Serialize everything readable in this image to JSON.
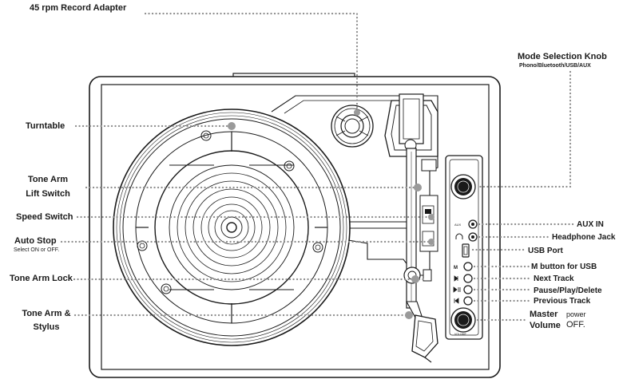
{
  "labels": {
    "adapter": "45 rpm Record Adapter",
    "turntable": "Turntable",
    "tone_arm_lift_1": "Tone Arm",
    "tone_arm_lift_2": "Lift Switch",
    "speed_switch": "Speed Switch",
    "auto_stop": "Auto Stop",
    "auto_stop_sub": "Select ON or OFF.",
    "tone_arm_lock": "Tone Arm Lock",
    "tone_arm_stylus_1": "Tone Arm &",
    "tone_arm_stylus_2": "Stylus",
    "mode_knob": "Mode Selection Knob",
    "mode_knob_sub": "Phono/Bluetooth/USB/AUX",
    "aux_in": "AUX IN",
    "headphone_jack": "Headphone Jack",
    "usb_port": "USB Port",
    "m_button": "M button for USB",
    "next_track": "Next Track",
    "pause_play_1": "Pause/Play/Delete",
    "pause_play_2": "Previous Track",
    "master": "Master",
    "volume": "Volume",
    "power": "power",
    "off": "OFF."
  },
  "panel_marks": {
    "aux": "AUX",
    "m": "M",
    "volume_small": "VOLUME"
  },
  "colors": {
    "line": "#1a1a1a",
    "leader": "#8c8c8c",
    "fill_light": "#f4f4f4"
  }
}
